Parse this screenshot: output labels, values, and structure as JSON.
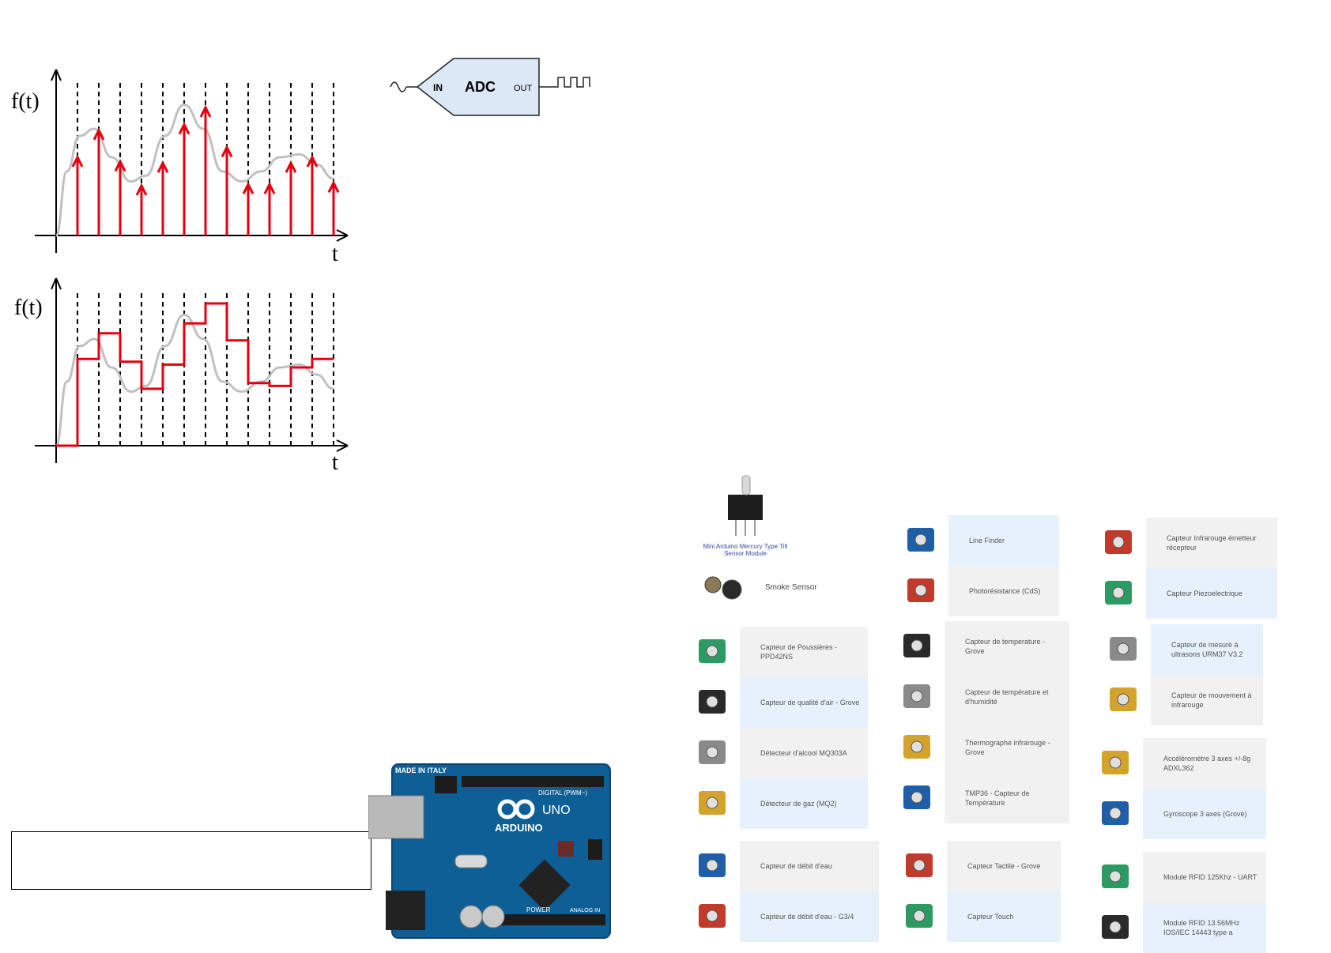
{
  "charts": {
    "sampled": {
      "ylabel": "f(t)",
      "xlabel": "t"
    },
    "held": {
      "ylabel": "f(t)",
      "xlabel": "t"
    }
  },
  "chart_data": [
    {
      "type": "line",
      "title": "",
      "xlabel": "t",
      "ylabel": "f(t)",
      "description_series": "continuous signal with sample stems",
      "x": [
        1,
        2,
        3,
        4,
        5,
        6,
        7,
        8,
        9,
        10,
        11,
        12,
        13
      ],
      "values": [
        0.55,
        0.74,
        0.52,
        0.35,
        0.51,
        0.78,
        0.9,
        0.62,
        0.36,
        0.36,
        0.51,
        0.55,
        0.37
      ],
      "curve": [
        [
          0,
          0
        ],
        [
          0.5,
          0.45
        ],
        [
          1.1,
          0.7
        ],
        [
          1.8,
          0.75
        ],
        [
          2.6,
          0.55
        ],
        [
          3.5,
          0.38
        ],
        [
          4.2,
          0.42
        ],
        [
          5.1,
          0.7
        ],
        [
          6.0,
          0.92
        ],
        [
          6.9,
          0.75
        ],
        [
          7.8,
          0.45
        ],
        [
          8.7,
          0.38
        ],
        [
          9.6,
          0.45
        ],
        [
          10.5,
          0.55
        ],
        [
          11.4,
          0.57
        ],
        [
          12.2,
          0.5
        ],
        [
          13,
          0.4
        ]
      ]
    },
    {
      "type": "line",
      "title": "",
      "xlabel": "t",
      "ylabel": "f(t)",
      "steps": [
        0,
        0.61,
        0.79,
        0.59,
        0.4,
        0.57,
        0.86,
        1.0,
        0.74,
        0.44,
        0.42,
        0.55,
        0.61,
        0.61
      ],
      "curve": [
        [
          0,
          0
        ],
        [
          0.5,
          0.45
        ],
        [
          1.1,
          0.7
        ],
        [
          1.8,
          0.75
        ],
        [
          2.6,
          0.55
        ],
        [
          3.5,
          0.38
        ],
        [
          4.2,
          0.42
        ],
        [
          5.1,
          0.7
        ],
        [
          6.0,
          0.92
        ],
        [
          6.9,
          0.75
        ],
        [
          7.8,
          0.45
        ],
        [
          8.7,
          0.38
        ],
        [
          9.6,
          0.45
        ],
        [
          10.5,
          0.55
        ],
        [
          11.4,
          0.57
        ],
        [
          12.2,
          0.5
        ],
        [
          13,
          0.4
        ]
      ]
    }
  ],
  "adc": {
    "label": "ADC",
    "in": "IN",
    "out": "OUT"
  },
  "colors": {
    "sample": "#e3000f",
    "curve": "#c0c0c0",
    "adc_fill": "#dde8f6",
    "panel_blue": "#e6f1fb",
    "panel_gray": "#f1f1f1"
  },
  "arduino": {
    "brand": "ARDUINO",
    "model": "UNO",
    "made_in": "MADE IN ITALY",
    "digital": "DIGITAL (PWM~)",
    "analog": "ANALOG IN",
    "power": "POWER"
  },
  "sensors": {
    "tilt": "Mini Arduino Mercury Type Tilt Sensor Module",
    "smoke": "Smoke Sensor",
    "group1": [
      {
        "label": "Line Finder",
        "icon": "line-finder-icon"
      },
      {
        "label": "Photorésistance (CdS)",
        "icon": "photoresistor-icon"
      }
    ],
    "group2": [
      {
        "label": "Capteur Infrarouge émetteur récepteur",
        "icon": "ir-sensor-icon"
      },
      {
        "label": "Capteur Piezoelectrique",
        "icon": "piezo-icon"
      }
    ],
    "group3": [
      {
        "label": "Capteur de Poussières - PPD42NS",
        "icon": "dust-sensor-icon"
      },
      {
        "label": "Capteur de qualité d'air - Grove",
        "icon": "air-quality-icon"
      },
      {
        "label": "Détecteur d'alcool MQ303A",
        "icon": "alcohol-sensor-icon"
      },
      {
        "label": "Détecteur de gaz (MQ2)",
        "icon": "gas-sensor-icon"
      }
    ],
    "group4": [
      {
        "label": "Capteur de temperature - Grove",
        "icon": "temperature-grove-icon"
      },
      {
        "label": "Capteur de température et d'humidité",
        "icon": "humidity-sensor-icon"
      },
      {
        "label": "Thermographe infrarouge - Grove",
        "icon": "ir-thermograph-icon"
      },
      {
        "label": "TMP36 - Capteur de Température",
        "icon": "tmp36-icon"
      }
    ],
    "group5": [
      {
        "label": "Capteur de mesure à ultrasons URM37 V3.2",
        "icon": "ultrasonic-icon"
      },
      {
        "label": "Capteur de mouvement à infrarouge",
        "icon": "pir-icon"
      }
    ],
    "group6": [
      {
        "label": "Accéléromètre 3 axes +/-8g ADXL362",
        "icon": "accelerometer-icon"
      },
      {
        "label": "Gyroscope 3 axes (Grove)",
        "icon": "gyroscope-icon"
      }
    ],
    "group7": [
      {
        "label": "Capteur de débit d'eau",
        "icon": "water-flow-icon"
      },
      {
        "label": "Capteur de débit d'eau - G3/4",
        "icon": "water-flow-g34-icon"
      }
    ],
    "group8": [
      {
        "label": "Capteur Tactile - Grove",
        "icon": "touch-grove-icon"
      },
      {
        "label": "Capteur Touch",
        "icon": "touch-icon"
      }
    ],
    "group9": [
      {
        "label": "Module RFID 125Khz - UART",
        "icon": "rfid-125-icon"
      },
      {
        "label": "Module RFID 13.56MHz IOS/IEC 14443 type a",
        "icon": "rfid-1356-icon"
      }
    ]
  }
}
